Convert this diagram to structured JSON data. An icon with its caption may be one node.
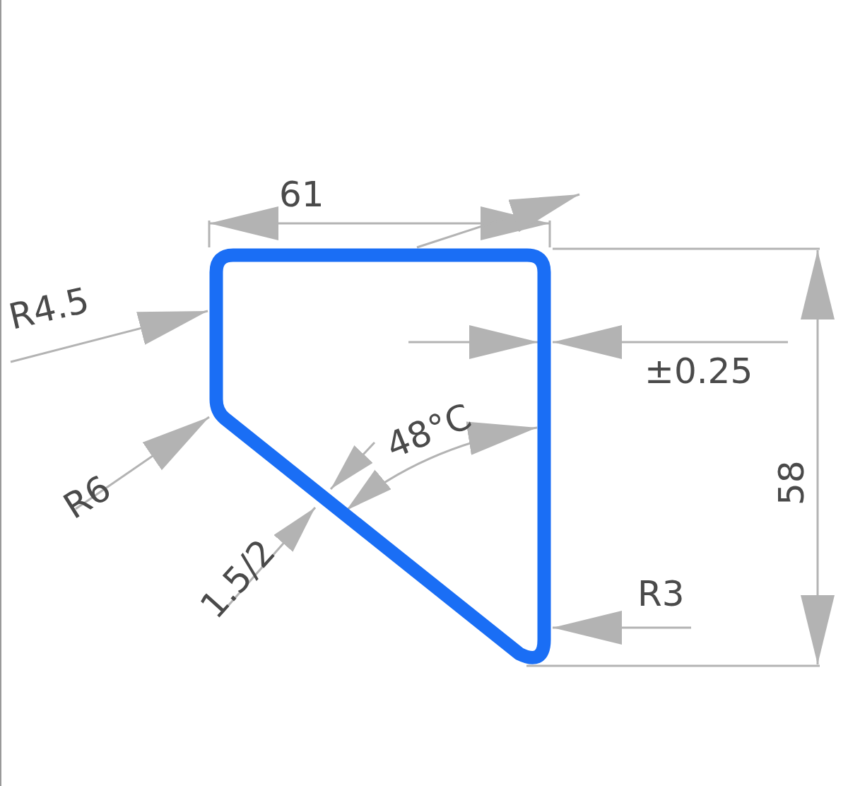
{
  "diagram": {
    "labels": [
      "61",
      "R4.5",
      "±0.25",
      "48°C",
      "R6",
      "58",
      "1.5/2",
      "R3"
    ]
  }
}
